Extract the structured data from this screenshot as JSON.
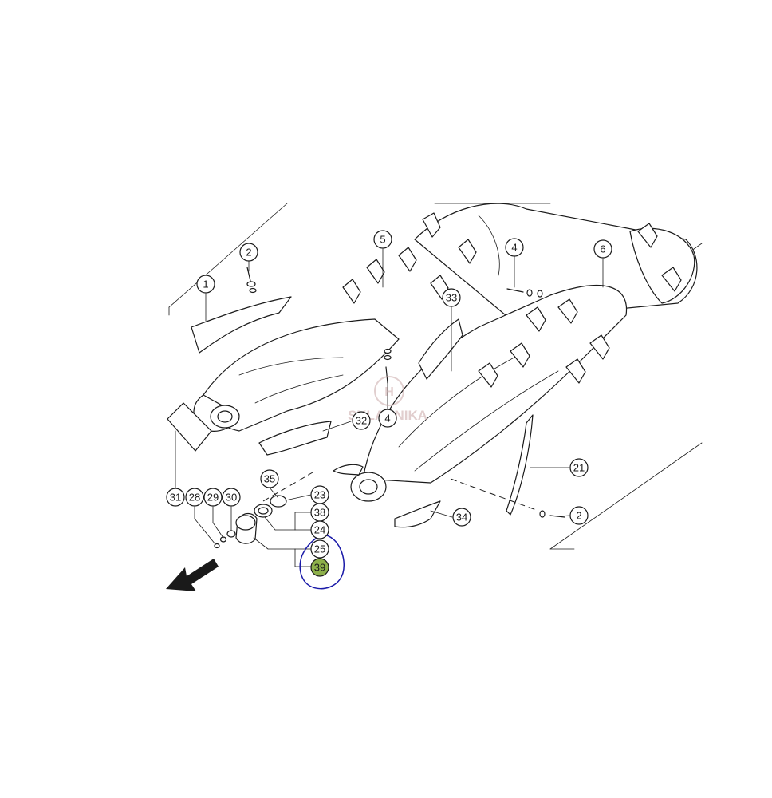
{
  "callouts": [
    {
      "label": "1"
    },
    {
      "label": "2"
    },
    {
      "label": "5"
    },
    {
      "label": "4"
    },
    {
      "label": "6"
    },
    {
      "label": "33"
    },
    {
      "label": "32"
    },
    {
      "label": "4"
    },
    {
      "label": "21"
    },
    {
      "label": "2"
    },
    {
      "label": "34"
    },
    {
      "label": "35"
    },
    {
      "label": "23"
    },
    {
      "label": "38"
    },
    {
      "label": "24"
    },
    {
      "label": "25"
    },
    {
      "label": "39"
    },
    {
      "label": "31"
    },
    {
      "label": "28"
    },
    {
      "label": "29"
    },
    {
      "label": "30"
    }
  ],
  "highlight": {
    "label": "39",
    "fill_color": "#8db04a",
    "ring_color": "#1a1aa8"
  },
  "watermark": {
    "text": "SKLADNIKA",
    "logo_letter": "H",
    "color": "#c9a7a7"
  }
}
